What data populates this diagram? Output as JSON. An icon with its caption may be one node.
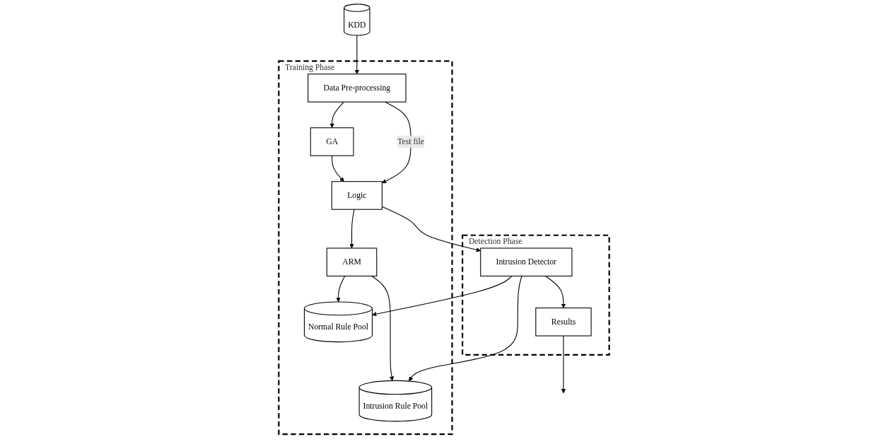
{
  "diagram": {
    "nodes": [
      {
        "text": [
          "KDD"
        ]
      },
      {
        "text": [
          "Training Phase"
        ]
      },
      {
        "text": [
          "Data Pre-processing"
        ],
        "in": 1
      },
      {
        "text": [
          "GA"
        ],
        "in": 1
      },
      {
        "text": [
          "ARM"
        ],
        "in": 1
      },
      {
        "text": [
          "Logic"
        ],
        "in": 1
      },
      {
        "text": [
          "Normal Rule Pool"
        ],
        "in": 1
      },
      {
        "text": [
          "Intrusion Rule Pool"
        ],
        "in": 1
      },
      {
        "text": [
          "Detection Phase"
        ]
      },
      {
        "text": [
          "Intrusion Detector"
        ],
        "in": 8
      },
      {
        "text": [
          "Results"
        ],
        "in": 8
      }
    ],
    "edges": [
      {
        "from": 0,
        "to": 2,
        "arrow": "to"
      },
      {
        "from": 2,
        "to": 3,
        "arrow": "to"
      },
      {
        "from": 3,
        "to": 5,
        "arrow": "to"
      },
      {
        "from": 2,
        "to": 5,
        "arrow": "to",
        "label": "Test file"
      },
      {
        "from": 5,
        "to": 4,
        "arrow": "to"
      },
      {
        "from": 4,
        "to": 6,
        "arrow": "to"
      },
      {
        "from": 4,
        "to": 7,
        "arrow": "to"
      },
      {
        "from": 5,
        "to": 9,
        "arrow": "to"
      },
      {
        "from": 9,
        "to": 6,
        "arrow": "to"
      },
      {
        "from": 9,
        "to": 7,
        "arrow": "to"
      },
      {
        "from": 9,
        "to": 10,
        "arrow": "to"
      },
      {
        "from": 10,
        "to": null,
        "arrow": "to"
      }
    ]
  }
}
